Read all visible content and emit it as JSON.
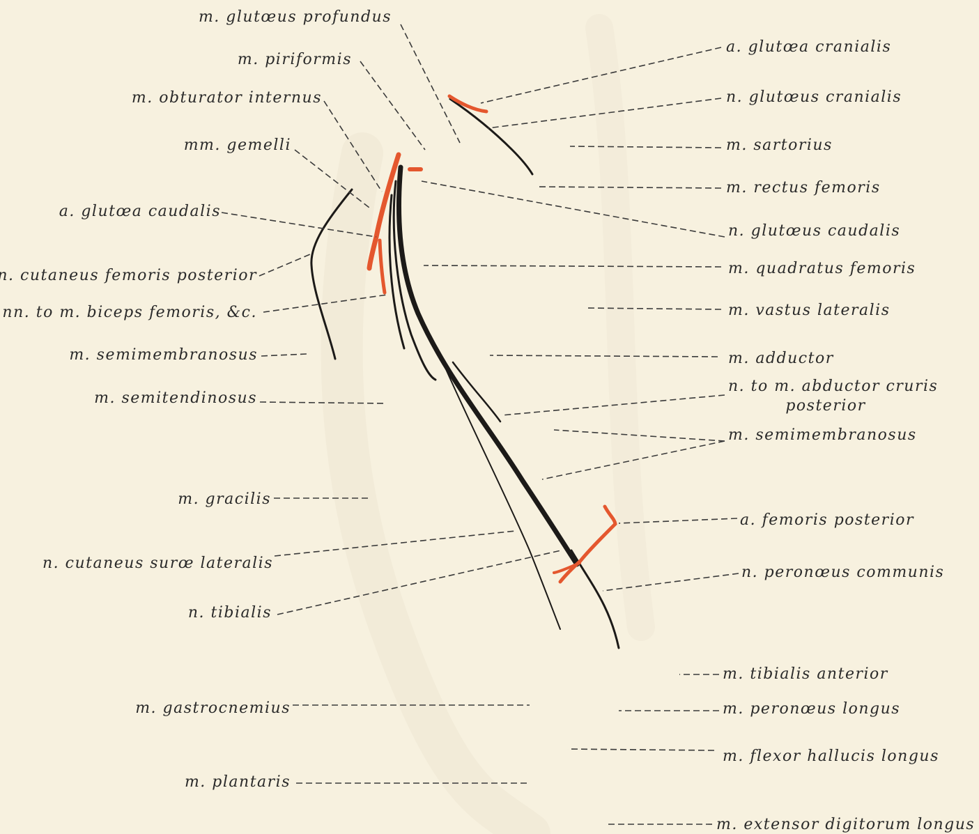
{
  "labels_left": {
    "glutaeus_profundus": "m. glutœus profundus",
    "piriformis": "m. piriformis",
    "obturator_internus": "m. obturator internus",
    "gemelli": "mm. gemelli",
    "glutaea_caudalis": "a. glutœa caudalis",
    "cutaneus_femoris_posterior": "n. cutaneus femoris posterior",
    "nn_biceps_femoris": "nn. to m. biceps femoris, &c.",
    "semimembranosus_left": "m. semimembranosus",
    "semitendinosus": "m. semitendinosus",
    "gracilis": "m. gracilis",
    "cutaneus_surae_lateralis": "n. cutaneus surœ lateralis",
    "tibialis_nerve": "n. tibialis",
    "gastrocnemius": "m. gastrocnemius",
    "plantaris": "m. plantaris"
  },
  "labels_right": {
    "glutaea_cranialis": "a. glutœa cranialis",
    "n_glutaeus_cranialis": "n. glutœus cranialis",
    "sartorius": "m. sartorius",
    "rectus_femoris": "m. rectus femoris",
    "n_glutaeus_caudalis": "n. glutœus caudalis",
    "quadratus_femoris": "m. quadratus femoris",
    "vastus_lateralis": "m. vastus lateralis",
    "adductor": "m. adductor",
    "abductor_cruris_line1": "n. to m. abductor cruris",
    "abductor_cruris_line2": "posterior",
    "semimembranosus_right": "m. semimembranosus",
    "femoris_posterior": "a. femoris posterior",
    "peronaeus_communis": "n. peronœus communis",
    "tibialis_anterior": "m. tibialis anterior",
    "peronaeus_longus": "m. peronœus longus",
    "flexor_hallucis_longus": "m. flexor hallucis longus",
    "extensor_digitorum_longus": "m. extensor digitorum longus"
  },
  "colors": {
    "background": "#f7f1df",
    "nerve": "#1c1a18",
    "artery": "#e4572e",
    "leader": "#3a3a3a"
  }
}
